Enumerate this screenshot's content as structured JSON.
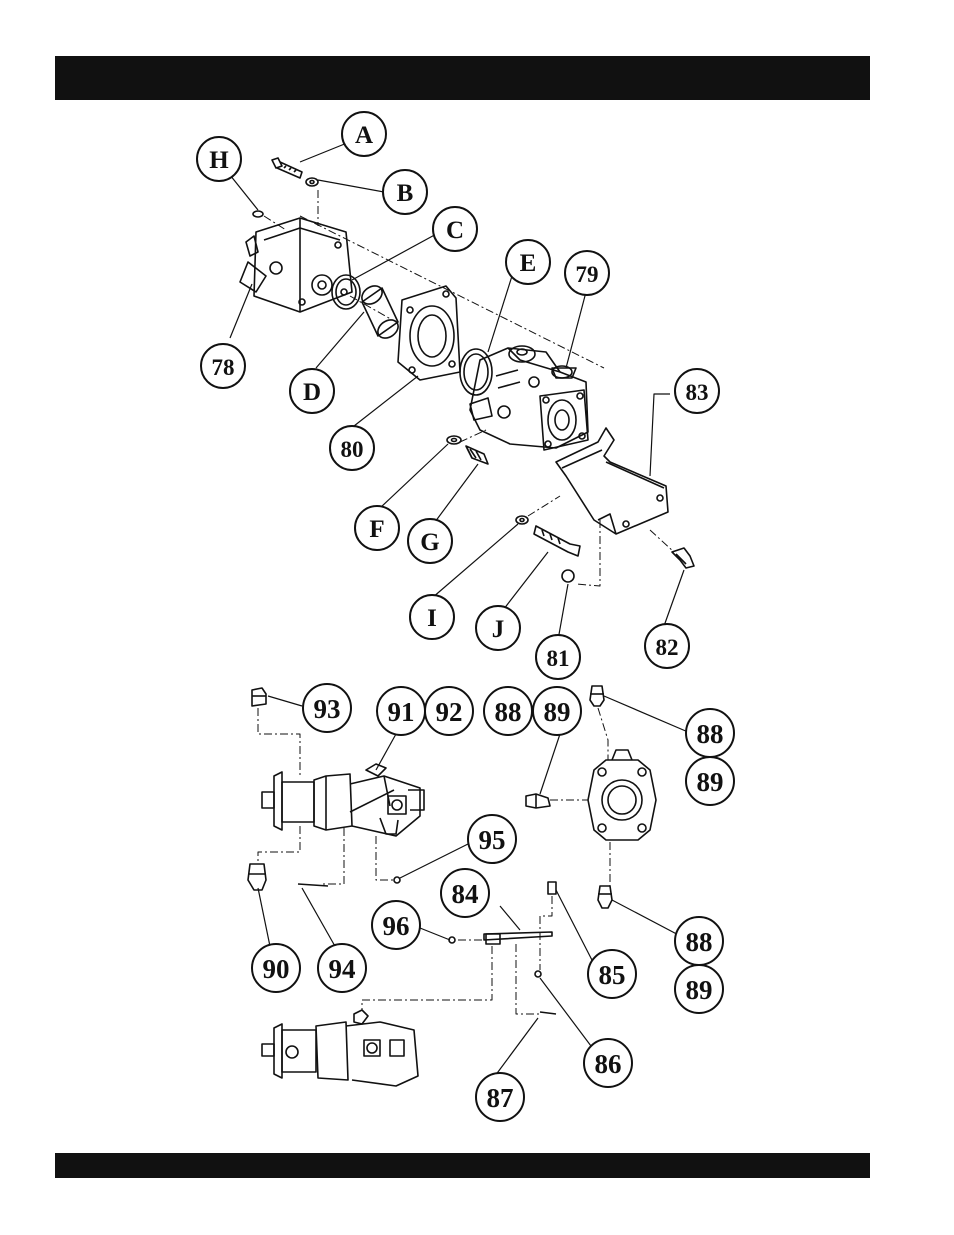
{
  "upper_assembly": {
    "callouts": [
      {
        "id": "A",
        "label": "A"
      },
      {
        "id": "B",
        "label": "B"
      },
      {
        "id": "C",
        "label": "C"
      },
      {
        "id": "D",
        "label": "D"
      },
      {
        "id": "E",
        "label": "E"
      },
      {
        "id": "F",
        "label": "F"
      },
      {
        "id": "G",
        "label": "G"
      },
      {
        "id": "H",
        "label": "H"
      },
      {
        "id": "I",
        "label": "I"
      },
      {
        "id": "J",
        "label": "J"
      },
      {
        "id": "78",
        "label": "78"
      },
      {
        "id": "79",
        "label": "79"
      },
      {
        "id": "80",
        "label": "80"
      },
      {
        "id": "81",
        "label": "81"
      },
      {
        "id": "82",
        "label": "82"
      },
      {
        "id": "83",
        "label": "83"
      }
    ]
  },
  "lower_assembly": {
    "callouts": [
      {
        "id": "93",
        "label": "93"
      },
      {
        "id": "91",
        "label": "91"
      },
      {
        "id": "92",
        "label": "92"
      },
      {
        "id": "88a",
        "label": "88"
      },
      {
        "id": "89a",
        "label": "89"
      },
      {
        "id": "88b",
        "label": "88"
      },
      {
        "id": "89b",
        "label": "89"
      },
      {
        "id": "95",
        "label": "95"
      },
      {
        "id": "84",
        "label": "84"
      },
      {
        "id": "96",
        "label": "96"
      },
      {
        "id": "85",
        "label": "85"
      },
      {
        "id": "88c",
        "label": "88"
      },
      {
        "id": "89c",
        "label": "89"
      },
      {
        "id": "90",
        "label": "90"
      },
      {
        "id": "94",
        "label": "94"
      },
      {
        "id": "86",
        "label": "86"
      },
      {
        "id": "87",
        "label": "87"
      }
    ]
  },
  "colors": {
    "ink": "#111111",
    "paper": "#ffffff",
    "band": "#111111"
  }
}
